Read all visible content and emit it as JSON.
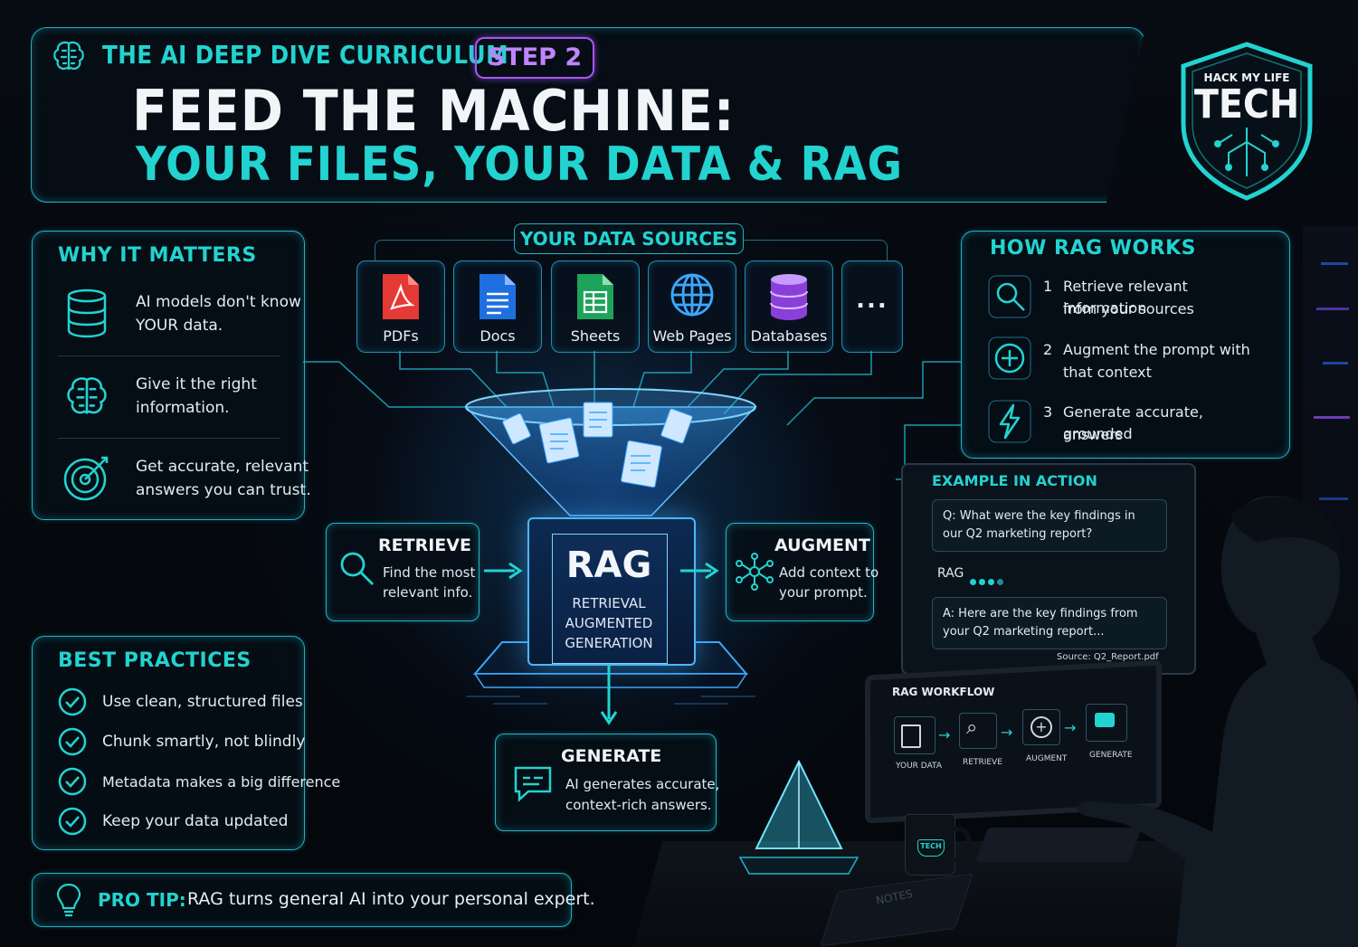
{
  "header": {
    "curriculum": "THE AI DEEP DIVE CURRICULUM",
    "step": "STEP 2",
    "title_line1": "FEED THE MACHINE:",
    "title_line2": "YOUR FILES, YOUR DATA & RAG"
  },
  "logo": {
    "top": "HACK MY LIFE",
    "main": "TECH"
  },
  "why": {
    "title": "WHY IT MATTERS",
    "items": [
      {
        "icon": "database-icon",
        "text1": "AI models don't know",
        "text2": "YOUR data."
      },
      {
        "icon": "brain-icon",
        "text1": "Give it the right",
        "text2": "information."
      },
      {
        "icon": "target-icon",
        "text1": "Get accurate, relevant",
        "text2": "answers you can trust."
      }
    ]
  },
  "sources": {
    "title": "YOUR DATA SOURCES",
    "items": [
      {
        "label": "PDFs",
        "icon": "pdf-file-icon"
      },
      {
        "label": "Docs",
        "icon": "doc-file-icon"
      },
      {
        "label": "Sheets",
        "icon": "sheet-file-icon"
      },
      {
        "label": "Web Pages",
        "icon": "globe-icon"
      },
      {
        "label": "Databases",
        "icon": "database-stack-icon"
      },
      {
        "label": "",
        "icon": "more-dots-icon"
      }
    ],
    "more": "..."
  },
  "rag_core": {
    "title": "RAG",
    "sub1": "RETRIEVAL",
    "sub2": "AUGMENTED",
    "sub3": "GENERATION"
  },
  "retrieve": {
    "title": "RETRIEVE",
    "l1": "Find the most",
    "l2": "relevant info."
  },
  "augment": {
    "title": "AUGMENT",
    "l1": "Add context to",
    "l2": "your prompt."
  },
  "generate": {
    "title": "GENERATE",
    "l1": "AI generates accurate,",
    "l2": "context-rich answers."
  },
  "how": {
    "title": "HOW RAG WORKS",
    "steps": [
      {
        "n": "1",
        "l1": "Retrieve relevant information",
        "l2": "from your sources",
        "icon": "search-icon"
      },
      {
        "n": "2",
        "l1": "Augment the prompt with",
        "l2": "that context",
        "icon": "plus-circle-icon"
      },
      {
        "n": "3",
        "l1": "Generate accurate, grounded",
        "l2": "answers",
        "icon": "lightning-icon"
      }
    ]
  },
  "example": {
    "title": "EXAMPLE IN ACTION",
    "q1": "Q: What were the key findings in",
    "q2": "our Q2 marketing report?",
    "rag": "RAG",
    "a1": "A: Here are the key findings from",
    "a2": "your Q2 marketing report...",
    "source": "Source: Q2_Report.pdf"
  },
  "workflow": {
    "title": "RAG WORKFLOW",
    "steps": [
      "YOUR DATA",
      "RETRIEVE",
      "AUGMENT",
      "GENERATE"
    ]
  },
  "best": {
    "title": "BEST PRACTICES",
    "items": [
      "Use clean, structured files",
      "Chunk smartly, not blindly",
      "Metadata makes a big difference",
      "Keep your data updated"
    ]
  },
  "tip": {
    "label": "PRO TIP:",
    "text": "RAG turns general AI into your personal expert."
  },
  "notes": "NOTES",
  "mug_logo": "TECH",
  "colors": {
    "teal": "#22d3d0",
    "purple": "#a855f7",
    "blue": "#3aa8ff"
  }
}
